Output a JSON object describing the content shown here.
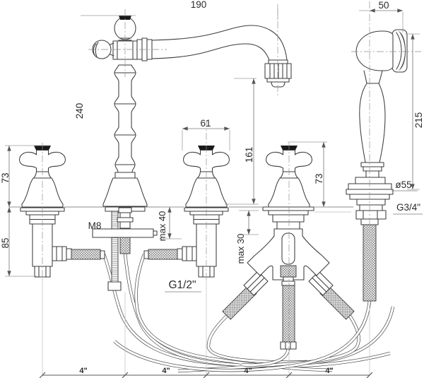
{
  "meta": {
    "colors": {
      "background": "#ffffff",
      "object_line": "#3b3b3b",
      "dimension_line": "#7a7a7a",
      "text": "#2b2b2b",
      "handle_cap": "#1a1a1a"
    }
  },
  "labels": {
    "spout_reach": "190",
    "shower_width": "50",
    "spout_height": "240",
    "shower_height": "215",
    "left_handle_height": "73",
    "right_handle_height": "73",
    "under_deck_depth": "85",
    "handle_width": "61",
    "outlet_height": "161",
    "stud_thread": "M8",
    "max_thickness_left": "max 40",
    "max_thickness_right": "max 30",
    "valve_connection": "G1/2\"",
    "escutcheon_diameter": "ø55",
    "shower_connection": "G3/4\"",
    "hole_spacing": [
      "4\"",
      "4\"",
      "4\"",
      "4\""
    ]
  }
}
